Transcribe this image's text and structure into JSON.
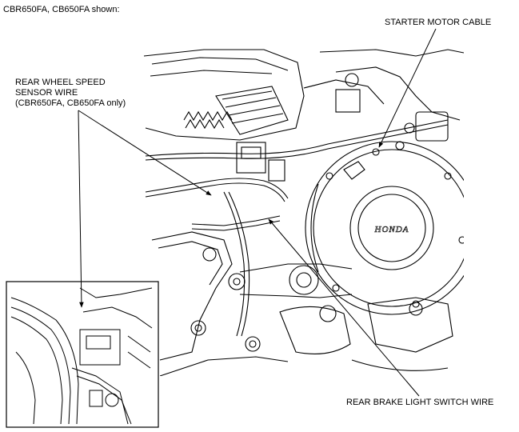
{
  "caption": "CBR650FA, CB650FA shown:",
  "labels": {
    "starter_motor_cable": "STARTER MOTOR CABLE",
    "rear_wheel_speed_sensor_wire": [
      "REAR WHEEL SPEED",
      "SENSOR WIRE",
      "(CBR650FA, CB650FA only)"
    ],
    "rear_brake_light_switch_wire": "REAR BRAKE LIGHT SWITCH WIRE"
  },
  "engine_logo": "HONDA"
}
